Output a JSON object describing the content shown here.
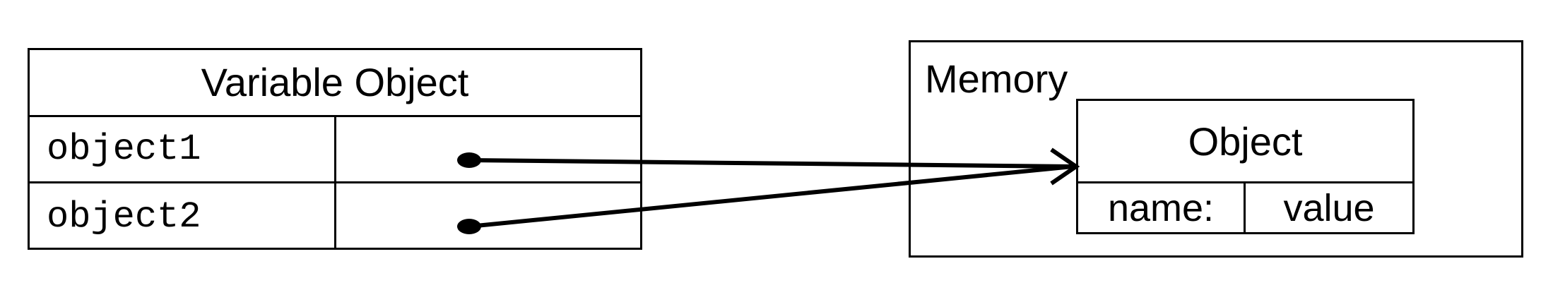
{
  "variable_object": {
    "title": "Variable Object",
    "rows": [
      {
        "name": "object1"
      },
      {
        "name": "object2"
      }
    ]
  },
  "memory": {
    "label": "Memory",
    "object": {
      "title": "Object",
      "key": "name:",
      "value": "value"
    }
  },
  "colors": {
    "line": "#000000",
    "background": "#ffffff"
  }
}
